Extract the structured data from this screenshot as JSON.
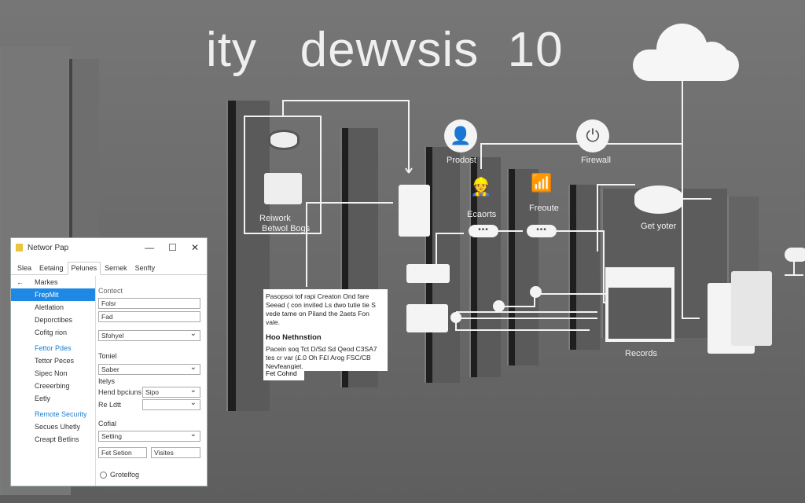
{
  "title": "ity   dewvsis  10",
  "diagram": {
    "box_label_1": "Reiwork",
    "box_label_2": "Betwol Bogs",
    "produst": "Prodost",
    "firewall": "Firewall",
    "ecaorts": "Ecaorts",
    "freouts": "Freoute",
    "gateway": "Get yoter",
    "records": "Records",
    "pill": "•••",
    "doc_lines": [
      "Pasopsoi tof rapi Creaton Ond fare",
      "Seead ( con invited Ls dwo tutie tie S",
      "vede tame on Piland the 2aets Fon",
      "vale."
    ],
    "doc_heading": "Hoo Nethnstion",
    "doc_body": [
      "Pacein soq Tct D/Sd Sd Qeod C3SA7",
      "tes cr var (£.0 Oh F£I Arog FSC/CB",
      "Nevfeangiet."
    ],
    "doc_footer": "Fet Cohnd"
  },
  "dialog": {
    "title": "Networ Pap",
    "controls": {
      "min": "—",
      "max": "☐",
      "close": "✕"
    },
    "tabs": [
      "Slea",
      "Eetaing",
      "Pelunes",
      "Sernek",
      "Senfty"
    ],
    "active_tab": 2,
    "back": "←",
    "sidebar": [
      {
        "label": "Markes",
        "type": "item"
      },
      {
        "label": "FrepMit",
        "type": "selected"
      },
      {
        "label": "Aletlation",
        "type": "item"
      },
      {
        "label": "Deporctibes",
        "type": "item"
      },
      {
        "label": "Cofitg rion",
        "type": "item"
      },
      {
        "label": "Fettor Pdes",
        "type": "heading"
      },
      {
        "label": "Tettor Peces",
        "type": "item"
      },
      {
        "label": "Sipec Non",
        "type": "item"
      },
      {
        "label": "Creeerbing",
        "type": "item"
      },
      {
        "label": "Eetly",
        "type": "item"
      },
      {
        "label": "Remote Security",
        "type": "heading"
      },
      {
        "label": "Secues Uhetly",
        "type": "item"
      },
      {
        "label": "Creapt Betlins",
        "type": "item"
      }
    ],
    "right": {
      "section1": "Contect",
      "field1": "Folsr",
      "field2": "Fad",
      "select1": "Sfohyel",
      "section2": "Toniel",
      "select2": "Saber",
      "label_itelys": "Itelys",
      "label_hend": "Hend bpciuns",
      "select3": "Sipo",
      "label_re": "Re Ldtt",
      "select4": "",
      "section3": "Cofial",
      "select5": "Setling",
      "field3": "Fet Setion",
      "field4": "Visites",
      "radio": "Grotelfog"
    }
  }
}
